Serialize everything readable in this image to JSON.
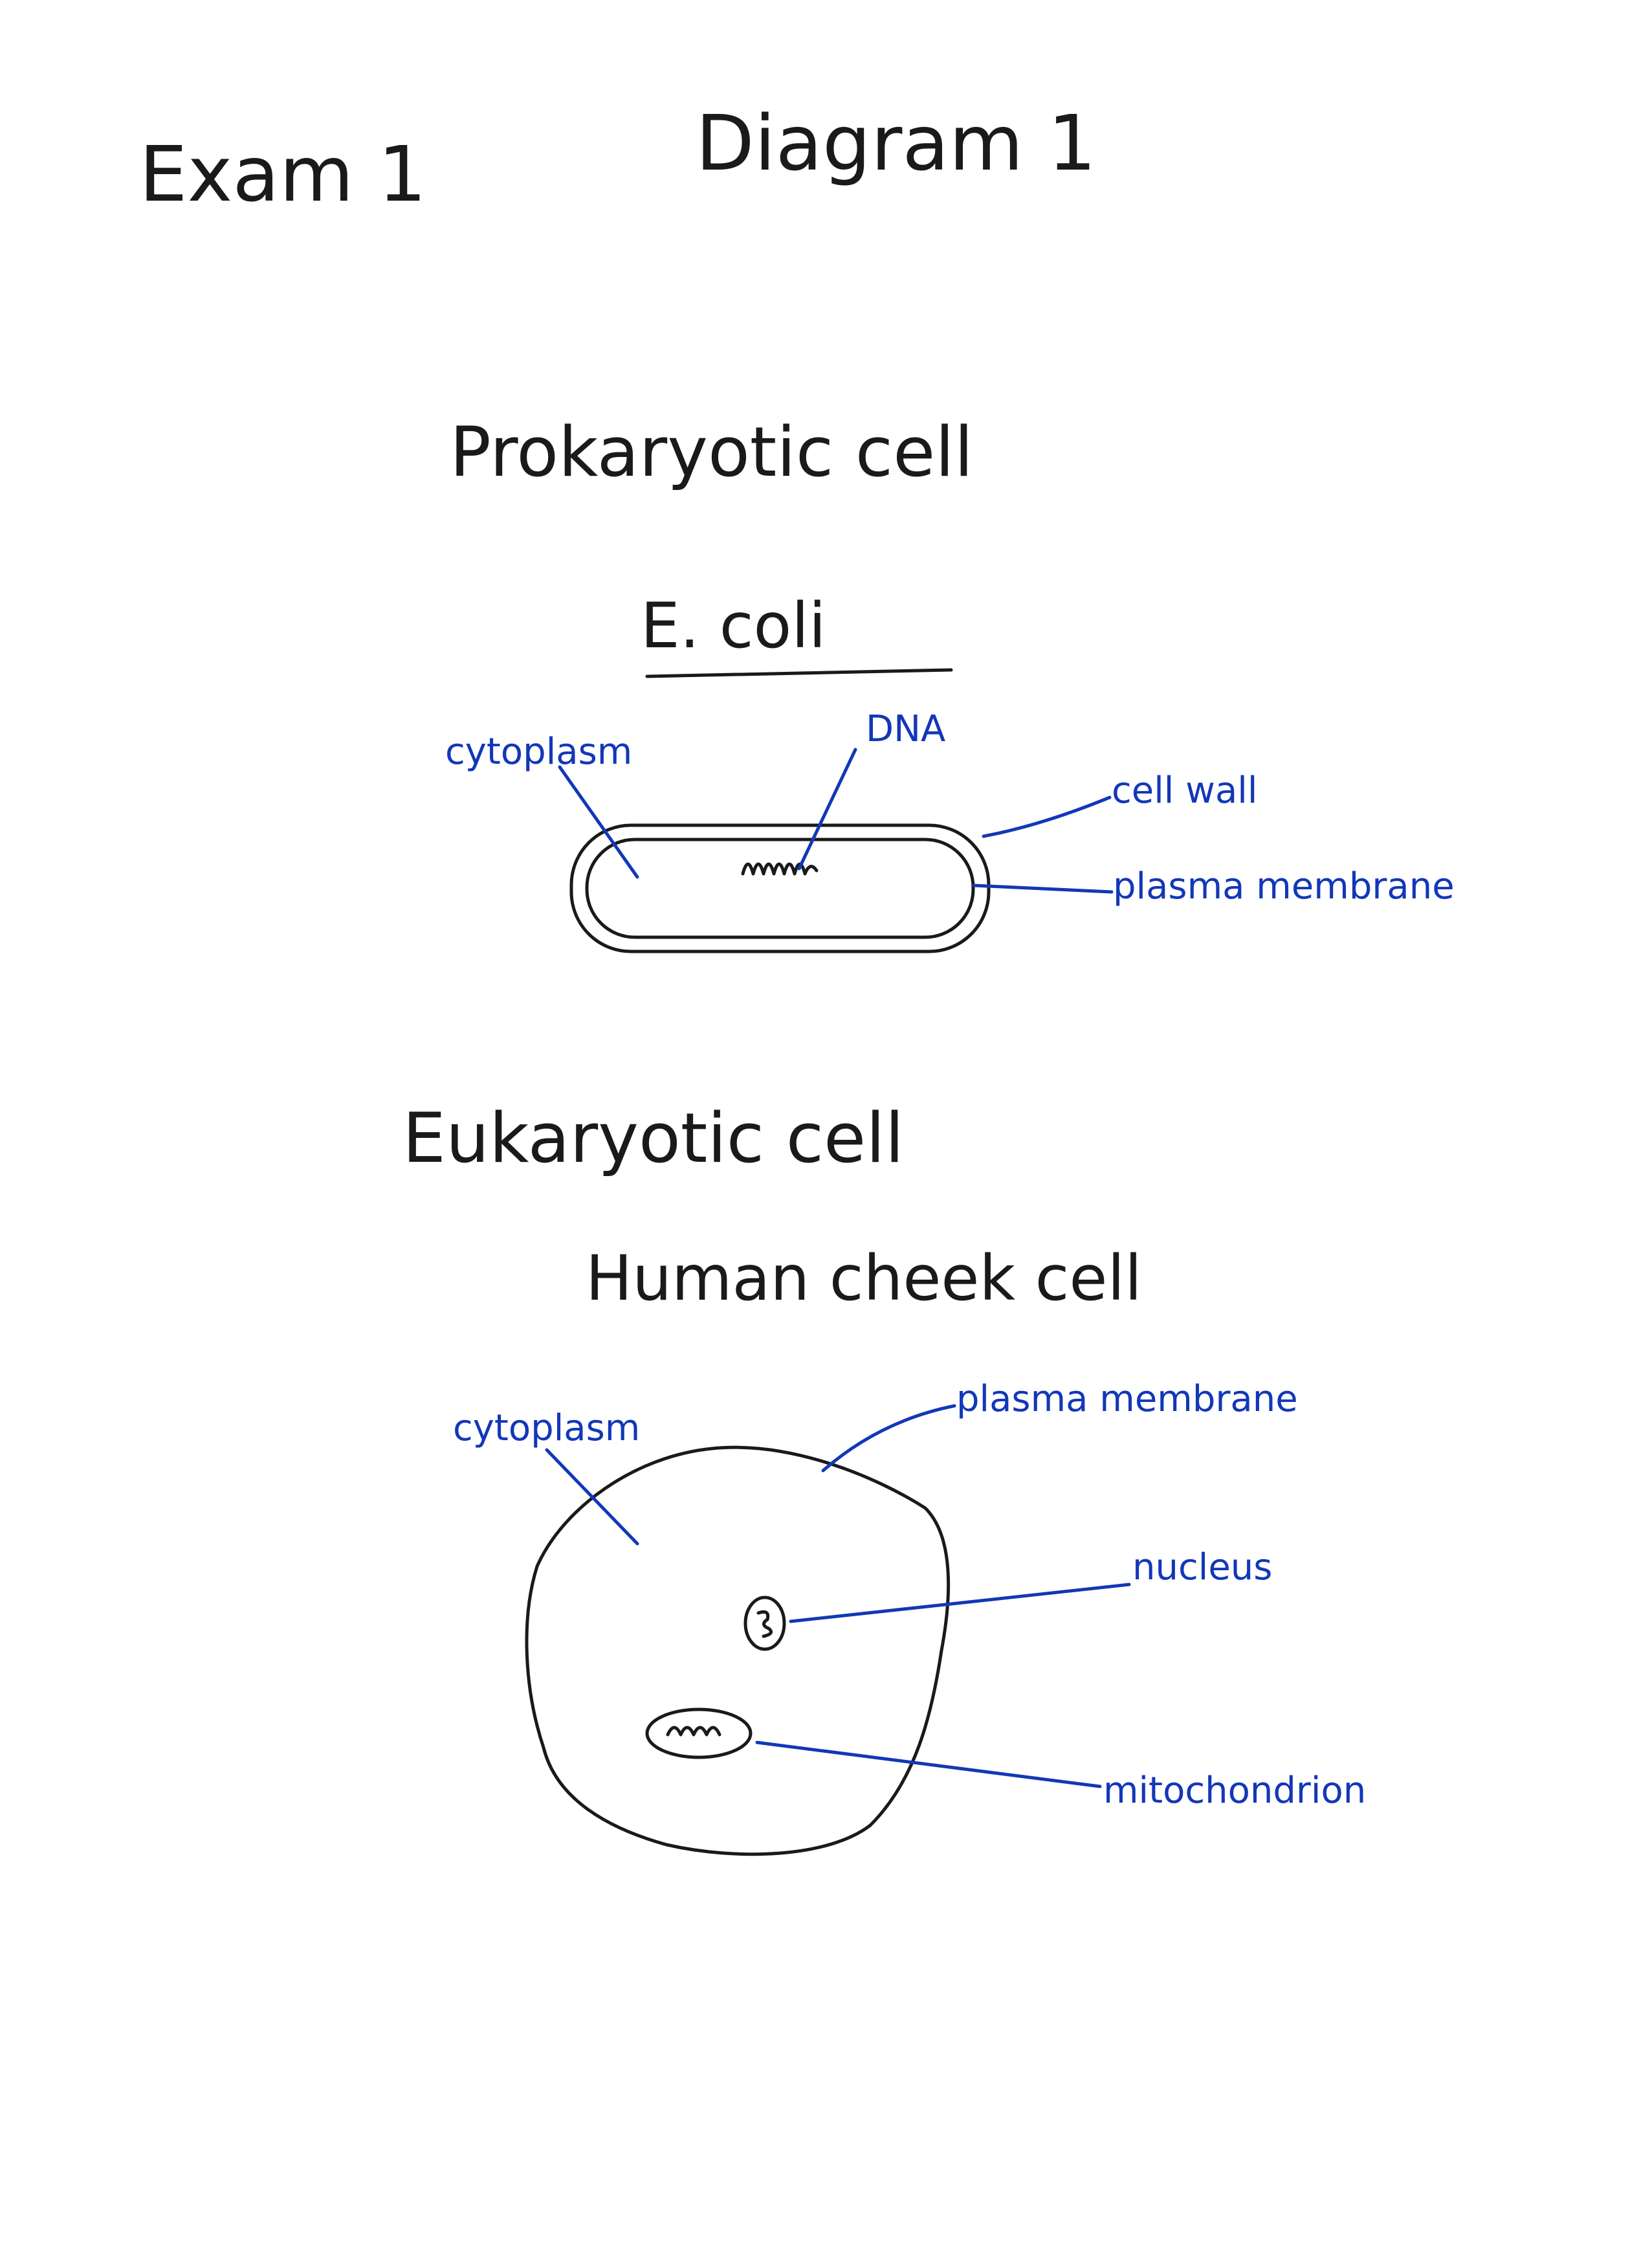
{
  "header": {
    "exam": "Exam 1",
    "diagram": "Diagram 1"
  },
  "prokaryote": {
    "title": "Prokaryotic cell",
    "example": "E. coli",
    "labels": {
      "cytoplasm": "cytoplasm",
      "dna": "DNA",
      "cell_wall": "cell wall",
      "plasma_membrane": "plasma membrane"
    }
  },
  "eukaryote": {
    "title": "Eukaryotic cell",
    "example": "Human cheek cell",
    "labels": {
      "cytoplasm": "cytoplasm",
      "plasma_membrane": "plasma membrane",
      "nucleus": "nucleus",
      "mitochondrion": "mitochondrion"
    }
  },
  "colors": {
    "pencil": "#1a1a1a",
    "label_ink": "#1237b8"
  }
}
